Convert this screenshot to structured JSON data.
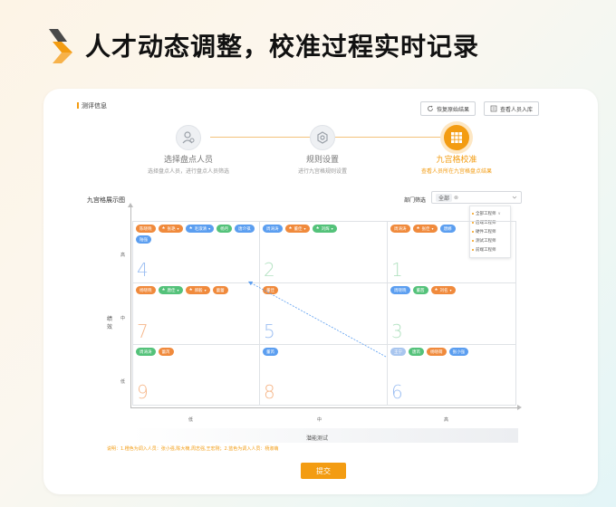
{
  "headline": "人才动态调整，校准过程实时记录",
  "section_title": "测评信息",
  "buttons": {
    "reset": "恢复原始结果",
    "view": "查看人员入库"
  },
  "steps": [
    {
      "name": "选择盘点人员",
      "desc": "选择盘点人员，进行盘点人员筛选"
    },
    {
      "name": "规则设置",
      "desc": "进行九宫格规则设置"
    },
    {
      "name": "九宫格校准",
      "desc": "查看人员所在九宫格盘点结果"
    }
  ],
  "grid_title": "九宫格展示图",
  "dept_filter": {
    "label": "部门筛选",
    "value": "全部"
  },
  "dropdown_options": [
    "全部工程师",
    "后端工程师",
    "硬件工程师",
    "测试工程师",
    "前端工程师"
  ],
  "y_axis_label": "绩效",
  "y_ticks": [
    "高",
    "中",
    "低"
  ],
  "x_axis_label": "潜能测试",
  "x_ticks": [
    "低",
    "中",
    "高"
  ],
  "cells": [
    {
      "number": "4",
      "color": "#9bbef2",
      "chips": [
        {
          "label": "陈晓晓",
          "color": "o"
        },
        {
          "label": "张艳",
          "color": "o",
          "star": true
        },
        {
          "label": "毛淑清",
          "color": "b",
          "star": true
        },
        {
          "label": "杨月",
          "color": "g"
        },
        {
          "label": "唐介祺",
          "color": "b"
        },
        {
          "label": "陆强",
          "color": "b"
        }
      ]
    },
    {
      "number": "2",
      "color": "#b3e2c2",
      "chips": [
        {
          "label": "周涛涛",
          "color": "b"
        },
        {
          "label": "董佳",
          "color": "o",
          "star": true
        },
        {
          "label": "刘辉",
          "color": "g",
          "star": true
        }
      ]
    },
    {
      "number": "1",
      "color": "#b3e2c2",
      "chips": [
        {
          "label": "周涛涛",
          "color": "o"
        },
        {
          "label": "张佳",
          "color": "o",
          "star": true
        },
        {
          "label": "唐娜",
          "color": "b"
        }
      ]
    },
    {
      "number": "7",
      "color": "#f6b78a",
      "chips": [
        {
          "label": "杨晓晓",
          "color": "o"
        },
        {
          "label": "唐佳",
          "color": "g",
          "star": true
        },
        {
          "label": "郑毅",
          "color": "o",
          "star": true
        },
        {
          "label": "蕾蕾",
          "color": "o"
        }
      ]
    },
    {
      "number": "5",
      "color": "#9bbef2",
      "chips": [
        {
          "label": "董佳",
          "color": "o"
        }
      ]
    },
    {
      "number": "3",
      "color": "#b3e2c2",
      "chips": [
        {
          "label": "周晓晓",
          "color": "b"
        },
        {
          "label": "董茜",
          "color": "g"
        },
        {
          "label": "刘名",
          "color": "o",
          "star": true
        }
      ]
    },
    {
      "number": "9",
      "color": "#f6b78a",
      "chips": [
        {
          "label": "周涛涛",
          "color": "g"
        },
        {
          "label": "蕾芮",
          "color": "o"
        }
      ]
    },
    {
      "number": "8",
      "color": "#f6b78a",
      "chips": [
        {
          "label": "董芮",
          "color": "b"
        }
      ]
    },
    {
      "number": "6",
      "color": "#9bbef2",
      "chips": [
        {
          "label": "王宁",
          "color": "l"
        },
        {
          "label": "唐芮",
          "color": "g"
        },
        {
          "label": "杨晓萌",
          "color": "o"
        },
        {
          "label": "张小强",
          "color": "b"
        }
      ]
    }
  ],
  "note": "说明：1.橙色为调入人员：张小强,陈大楠,周志强,王宏刚；2.蓝色为调入人员：杨淑萌",
  "submit_label": "提交"
}
